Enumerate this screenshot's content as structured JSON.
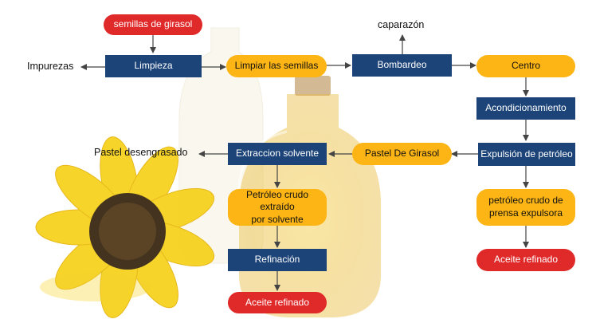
{
  "colors": {
    "process_box": "#1d4478",
    "intermediate": "#fdb515",
    "terminal": "#e02a2a",
    "arrow": "#444444"
  },
  "nodes": {
    "semillas": "semillas de girasol",
    "limpieza": "Limpieza",
    "limpiar": "Limpiar las semillas",
    "bombardeo": "Bombardeo",
    "centro": "Centro",
    "acondicionamiento": "Acondicionamiento",
    "expulsion": "Expulsión de petróleo",
    "pastel_girasol": "Pastel De Girasol",
    "extraccion": "Extraccion solvente",
    "crudo_solvente_1": "Petróleo crudo extraído",
    "crudo_solvente_2": "por solvente",
    "crudo_prensa_1": "petróleo crudo de",
    "crudo_prensa_2": "prensa expulsora",
    "refinacion": "Refinación",
    "aceite_izq": "Aceite refinado",
    "aceite_der": "Aceite refinado"
  },
  "outputs": {
    "impurezas": "Impurezas",
    "caparazon": "caparazón",
    "pastel_desengrasado": "Pastel desengrasado"
  }
}
